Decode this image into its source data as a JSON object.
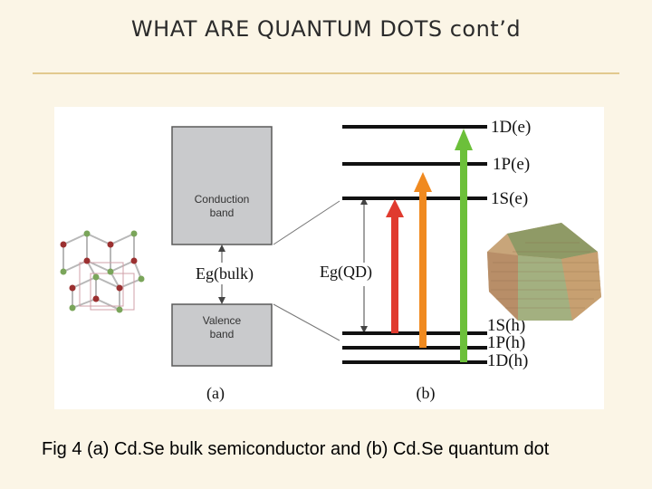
{
  "slide": {
    "title": "WHAT ARE QUANTUM DOTS cont’d",
    "caption": "Fig 4 (a) Cd.Se bulk semiconductor and (b) Cd.Se quantum dot"
  },
  "diagram": {
    "panel_a": {
      "label": "(a)",
      "conduction_band": {
        "line1": "Conduction",
        "line2": "band"
      },
      "valence_band": {
        "line1": "Valence",
        "line2": "band"
      },
      "gap_label": "Eg(bulk)"
    },
    "panel_b": {
      "label": "(b)",
      "gap_label": "Eg(QD)",
      "electron_levels": [
        "1D(e)",
        "1P(e)",
        "1S(e)"
      ],
      "hole_levels": [
        "1S(h)",
        "1P(h)",
        "1D(h)"
      ],
      "transition_colors": [
        "#e03b2f",
        "#f08a20",
        "#6cc03a"
      ]
    },
    "colors": {
      "band_fill": "#c9cacc",
      "band_stroke": "#5a5a5a",
      "level_line": "#111111",
      "title_rule": "#e2c98e"
    }
  }
}
